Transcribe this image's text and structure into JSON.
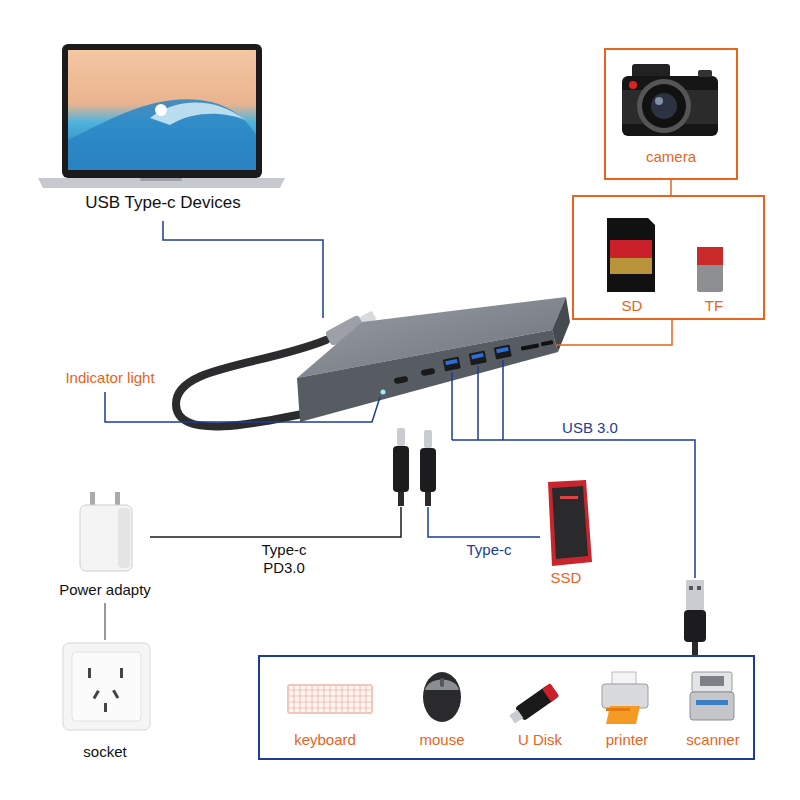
{
  "diagram": {
    "nodes": [
      {
        "text": [
          "USB Type-c Devices"
        ]
      },
      {
        "text": [
          "camera"
        ]
      },
      {
        "text": [
          "SD",
          "TF"
        ]
      },
      {
        "text": [
          "Power adapty"
        ]
      },
      {
        "text": [
          "socket"
        ]
      },
      {
        "text": [
          "SSD"
        ]
      },
      {
        "text": [
          "keyboard",
          "mouse",
          "U Disk",
          "printer",
          "scanner"
        ]
      }
    ],
    "edges": [
      {
        "from": 1,
        "to": 2,
        "arrow": "none"
      },
      {
        "from": 3,
        "to": 4,
        "arrow": "none"
      }
    ],
    "labels": [
      "Indicator light",
      "USB 3.0",
      "Type-c PD3.0",
      "Type-c"
    ]
  }
}
